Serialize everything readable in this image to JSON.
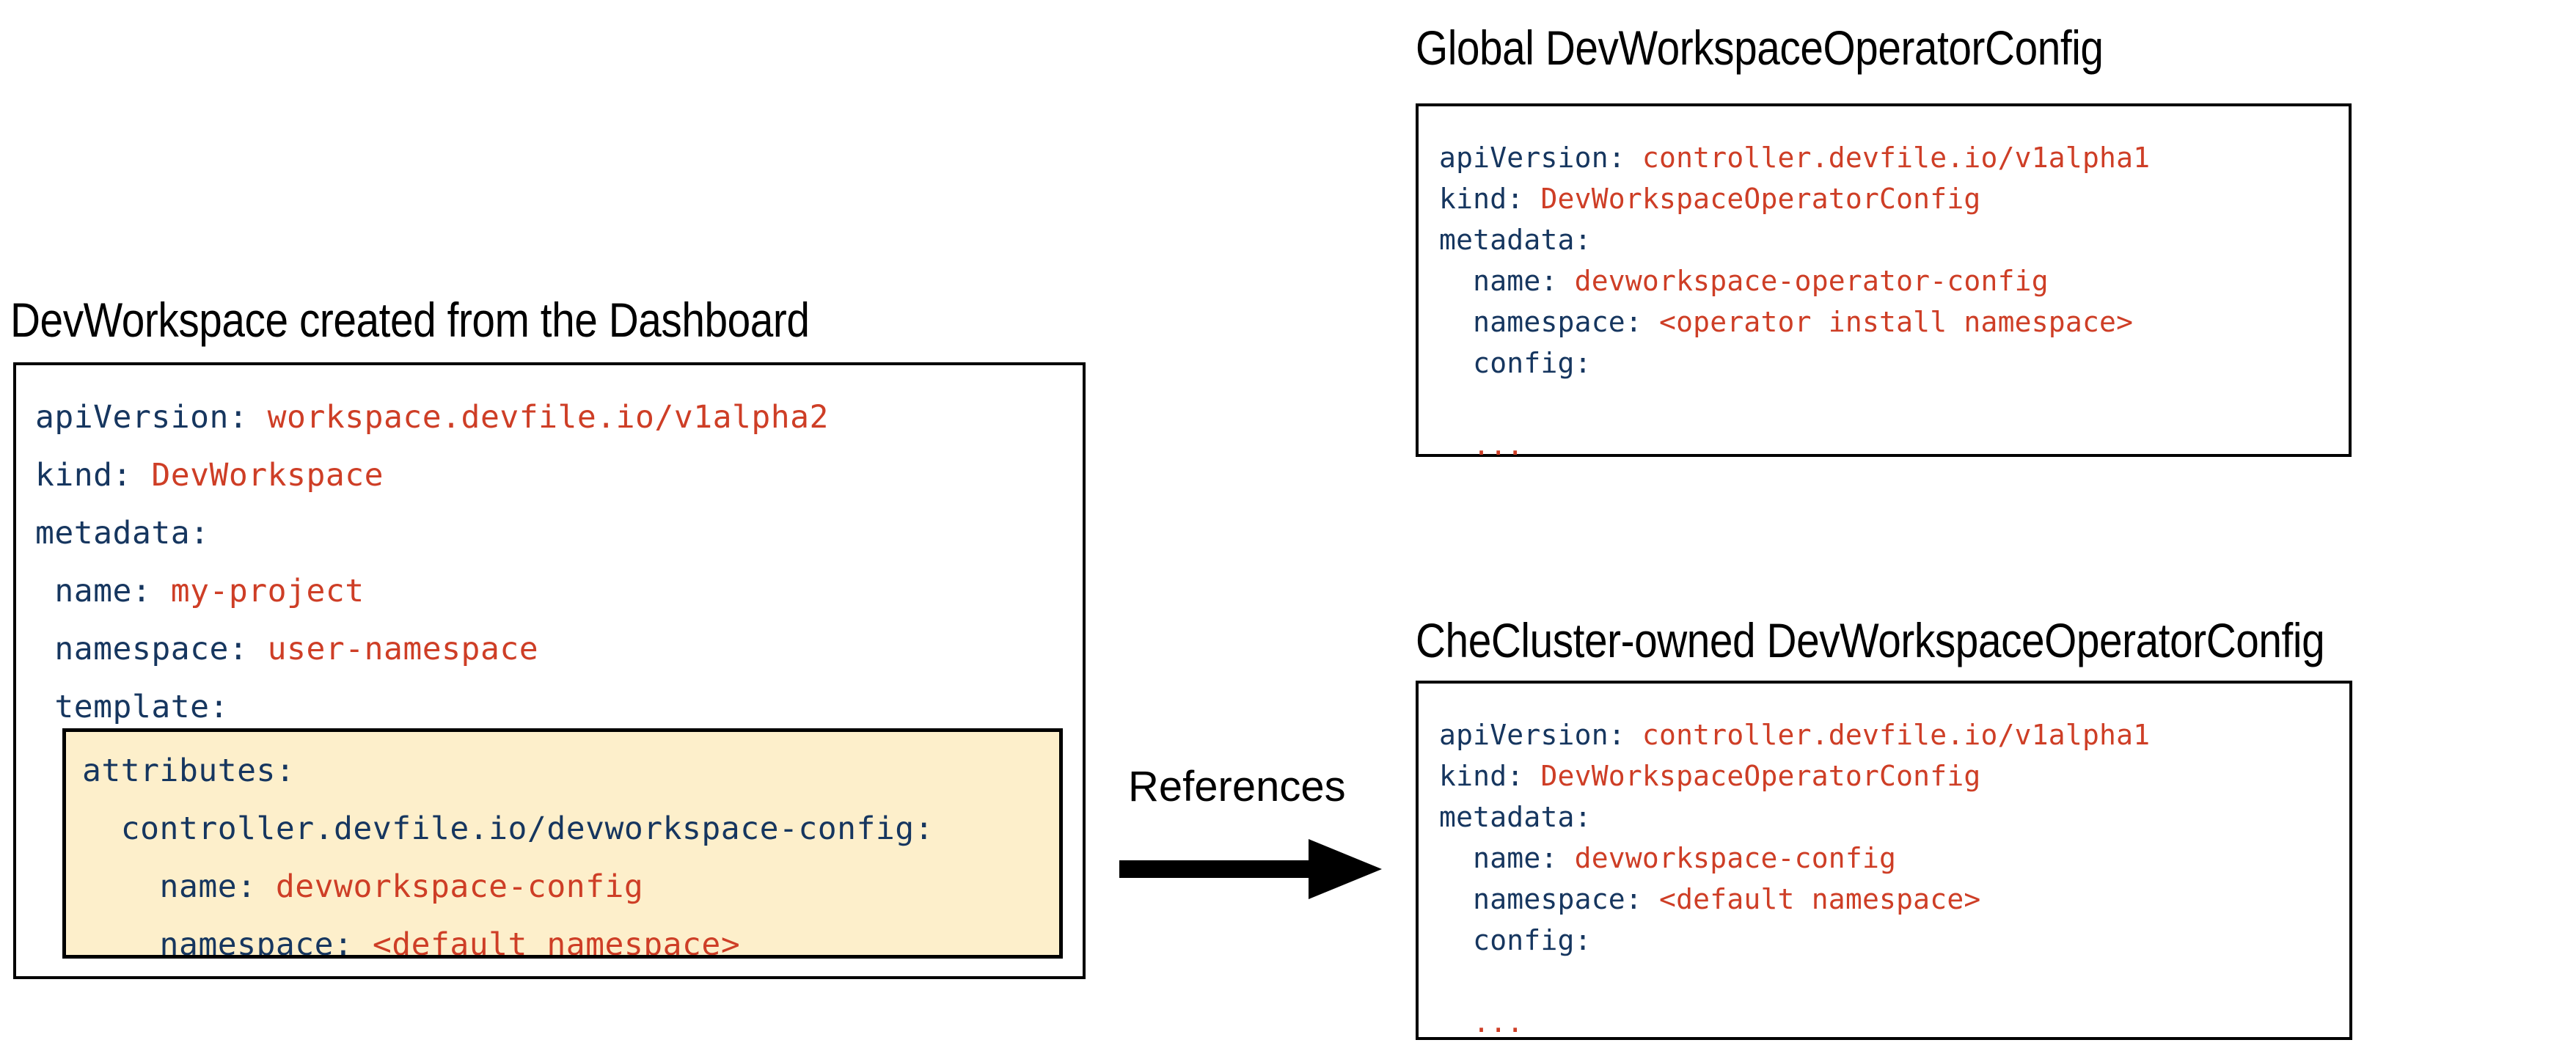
{
  "diagram": {
    "title_left": "DevWorkspace created from the Dashboard",
    "title_top_right": "Global DevWorkspaceOperatorConfig",
    "title_bottom_right": "CheCluster-owned DevWorkspaceOperatorConfig",
    "arrow_label": "References",
    "colors": {
      "key": "#16365F",
      "value": "#CE3E26",
      "highlight_bg": "#FDEFCB",
      "border": "#000000",
      "background": "#ffffff"
    }
  },
  "left_panel": {
    "lines": [
      {
        "key": "apiVersion:",
        "value": " workspace.devfile.io/v1alpha2",
        "indent": 0
      },
      {
        "key": "kind:",
        "value": " DevWorkspace",
        "indent": 0
      },
      {
        "key": "metadata:",
        "value": "",
        "indent": 0
      },
      {
        "key": "name:",
        "value": " my-project",
        "indent": 1
      },
      {
        "key": "namespace:",
        "value": " user-namespace",
        "indent": 1
      },
      {
        "key": "template:",
        "value": "",
        "indent": 1
      }
    ],
    "highlight_lines": [
      {
        "key": "attributes:",
        "value": "",
        "indent": 0
      },
      {
        "key": "controller.devfile.io/devworkspace-config:",
        "value": "",
        "indent": 1
      },
      {
        "key": "name:",
        "value": " devworkspace-config",
        "indent": 2
      },
      {
        "key": "namespace:",
        "value": " <default namespace>",
        "indent": 2
      }
    ]
  },
  "top_right_panel": {
    "lines": [
      {
        "key": "apiVersion:",
        "value": " controller.devfile.io/v1alpha1",
        "indent": 0
      },
      {
        "key": "kind:",
        "value": " DevWorkspaceOperatorConfig",
        "indent": 0
      },
      {
        "key": "metadata:",
        "value": "",
        "indent": 0
      },
      {
        "key": "name:",
        "value": " devworkspace-operator-config",
        "indent": 1
      },
      {
        "key": "namespace:",
        "value": " <operator install namespace>",
        "indent": 1
      },
      {
        "key": "config:",
        "value": "",
        "indent": 1
      },
      {
        "key": "",
        "value": "",
        "indent": 0
      },
      {
        "key": "",
        "value": "...",
        "indent": 1
      }
    ]
  },
  "bottom_right_panel": {
    "lines": [
      {
        "key": "apiVersion:",
        "value": " controller.devfile.io/v1alpha1",
        "indent": 0
      },
      {
        "key": "kind:",
        "value": " DevWorkspaceOperatorConfig",
        "indent": 0
      },
      {
        "key": "metadata:",
        "value": "",
        "indent": 0
      },
      {
        "key": "name:",
        "value": " devworkspace-config",
        "indent": 1
      },
      {
        "key": "namespace:",
        "value": " <default namespace>",
        "indent": 1
      },
      {
        "key": "config:",
        "value": "",
        "indent": 1
      },
      {
        "key": "",
        "value": "",
        "indent": 0
      },
      {
        "key": "",
        "value": "...",
        "indent": 1
      }
    ]
  }
}
